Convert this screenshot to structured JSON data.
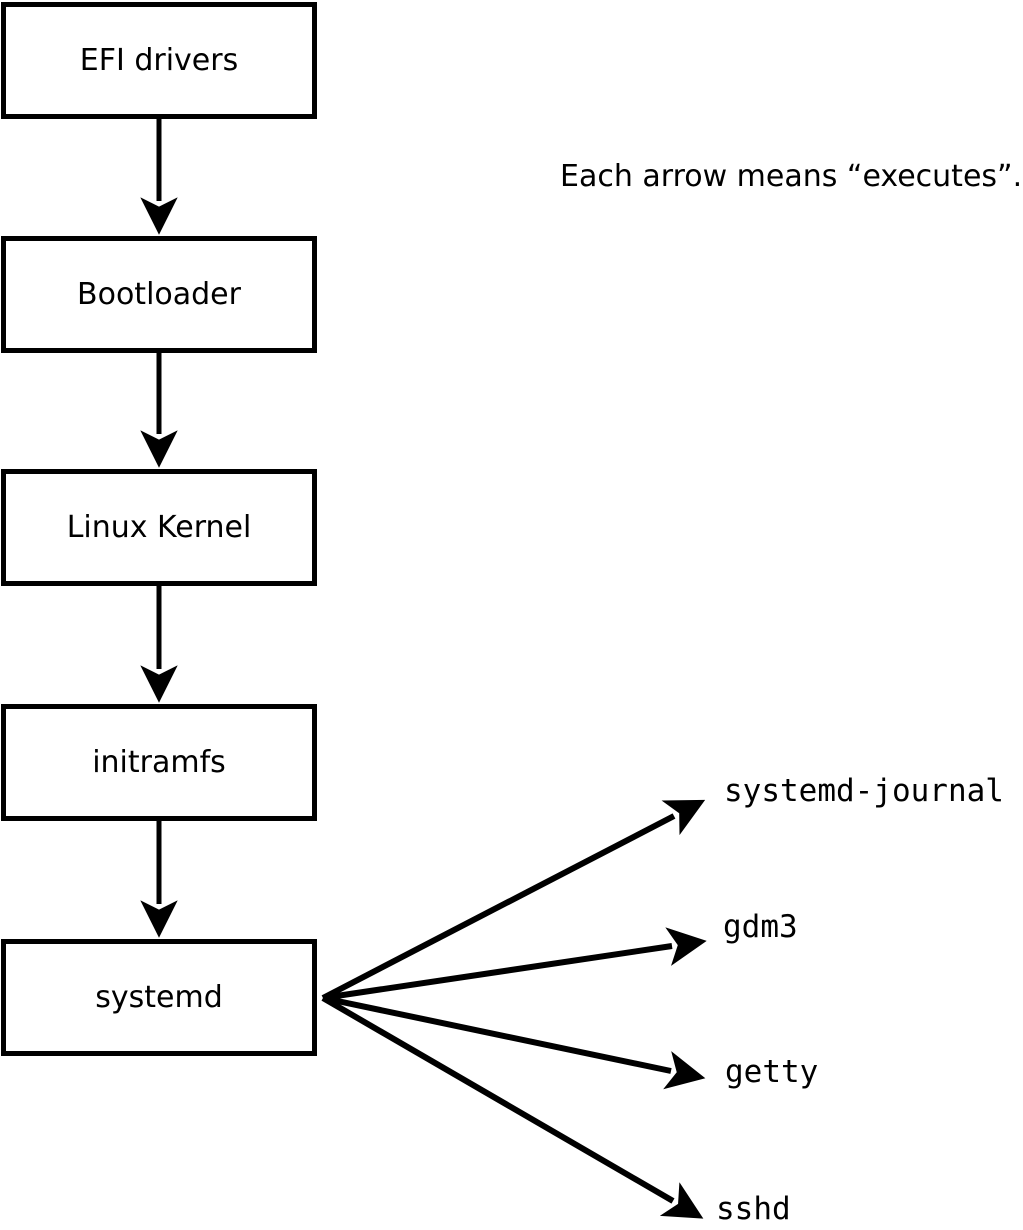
{
  "note": {
    "caption": "Each arrow means “executes”."
  },
  "chain": [
    {
      "label": "EFI drivers"
    },
    {
      "label": "Bootloader"
    },
    {
      "label": "Linux Kernel"
    },
    {
      "label": "initramfs"
    },
    {
      "label": "systemd"
    }
  ],
  "spawned": [
    {
      "label": "systemd-journal"
    },
    {
      "label": "gdm3"
    },
    {
      "label": "getty"
    },
    {
      "label": "sshd"
    }
  ],
  "colors": {
    "ink": "#000000",
    "background": "#ffffff"
  }
}
